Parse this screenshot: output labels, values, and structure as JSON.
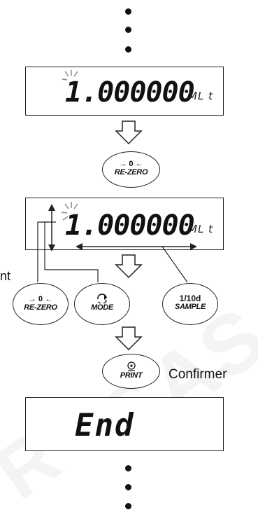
{
  "display_1": {
    "value": "1.000000",
    "unit": "ML t"
  },
  "display_2": {
    "value": "1.000000",
    "unit": "ML t"
  },
  "display_3": {
    "value": "End"
  },
  "keys": {
    "rezero_label": "RE-ZERO",
    "rezero_symbol": "→ 0 ←",
    "mode_label": "MODE",
    "sample_top": "1/10d",
    "sample_label": "SAMPLE",
    "print_label": "PRINT"
  },
  "captions": {
    "left_fragment": "nt",
    "confirm": "Confirmer"
  },
  "watermark_text": "SAS",
  "watermark_text_2": "R"
}
